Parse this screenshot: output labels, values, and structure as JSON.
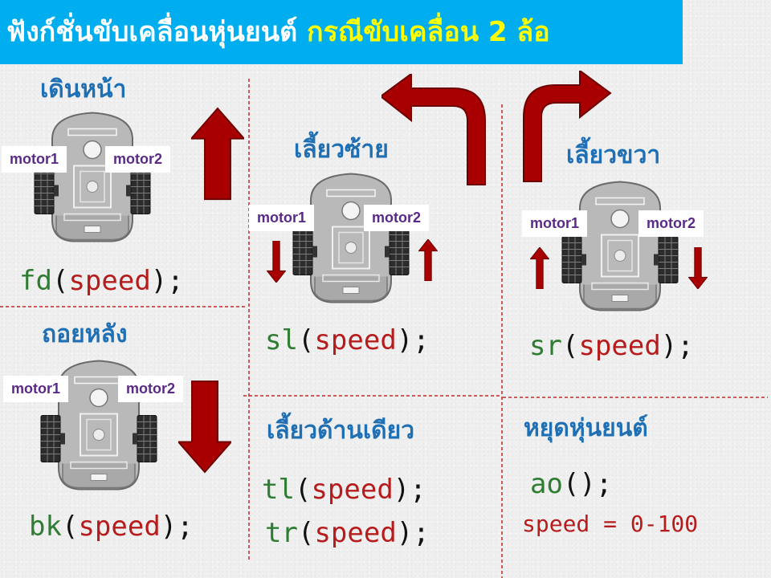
{
  "title": {
    "main": "ฟังก์ชั่นขับเคลื่อนหุ่นยนต์",
    "highlight": "กรณีขับเคลื่อน 2 ล้อ"
  },
  "sections": {
    "forward": {
      "heading": "เดินหน้า",
      "func": "fd",
      "arg": "speed",
      "open": "(",
      "close": ");",
      "motor1": "motor1",
      "motor2": "motor2"
    },
    "backward": {
      "heading": "ถอยหลัง",
      "func": "bk",
      "arg": "speed",
      "open": "(",
      "close": ");",
      "motor1": "motor1",
      "motor2": "motor2"
    },
    "spin_left": {
      "heading": "เลี้ยวซ้าย",
      "func": "sl",
      "arg": "speed",
      "open": "(",
      "close": ");",
      "motor1": "motor1",
      "motor2": "motor2"
    },
    "spin_right": {
      "heading": "เลี้ยวขวา",
      "func": "sr",
      "arg": "speed",
      "open": "(",
      "close": ");",
      "motor1": "motor1",
      "motor2": "motor2"
    },
    "one_side": {
      "heading": "เลี้ยวด้านเดียว",
      "func1": "tl",
      "func2": "tr",
      "arg": "speed",
      "open": "(",
      "close": ");"
    },
    "stop": {
      "heading": "หยุดหุ่นยนต์",
      "func": "ao",
      "call": "();",
      "note": "speed = 0-100"
    }
  },
  "colors": {
    "banner": "#00aeef",
    "title_highlight": "#ffff00",
    "heading": "#1f6fb5",
    "function": "#2e7d32",
    "argument": "#b71c1c",
    "arrow": "#a80000",
    "motor_label": "#5b2a86",
    "divider": "#c62828"
  }
}
